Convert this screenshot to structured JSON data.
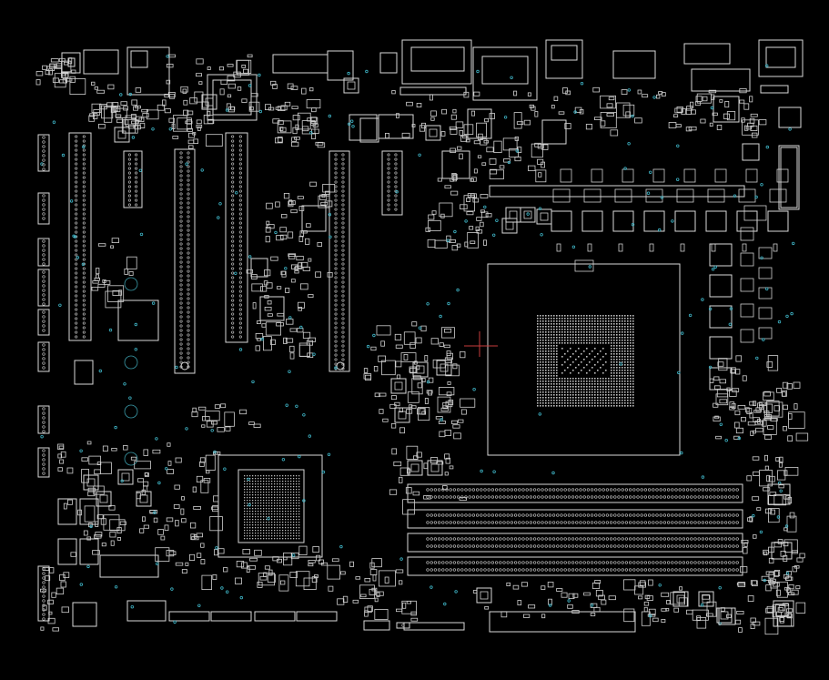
{
  "view": {
    "kind": "pcb-boardview",
    "background": "#000000",
    "outline_color": "#d8d8d8",
    "via_color": "#3fb6c8",
    "marker_color": "#c73b3b"
  },
  "regions": [
    {
      "name": "rear-io-connectors"
    },
    {
      "name": "pcie-slots"
    },
    {
      "name": "cpu-socket"
    },
    {
      "name": "vrm-phases"
    },
    {
      "name": "chipset"
    },
    {
      "name": "dimm-slots"
    },
    {
      "name": "atx-power-header"
    },
    {
      "name": "front-panel-headers"
    }
  ]
}
